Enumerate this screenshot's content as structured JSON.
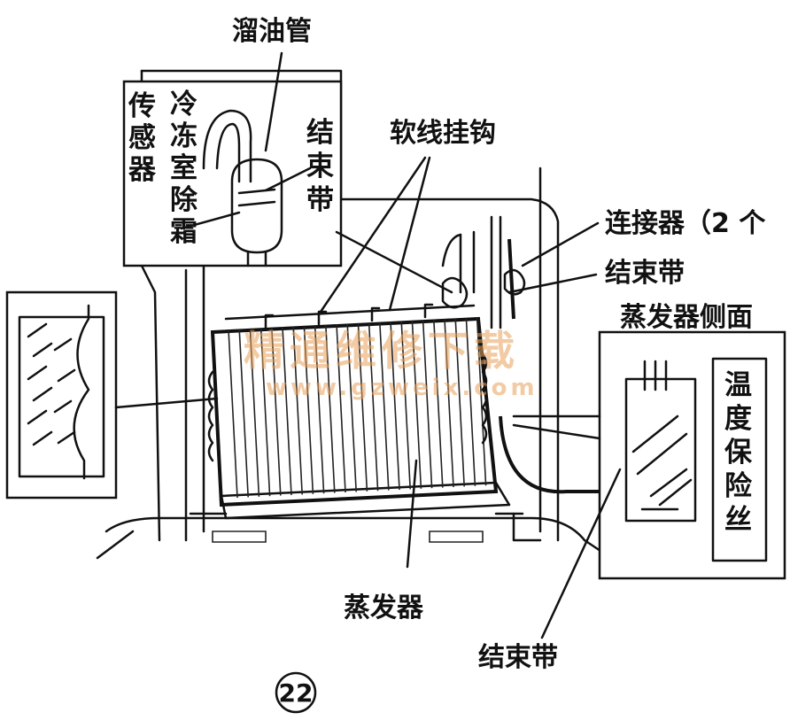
{
  "labels": {
    "oil_pipe": "溜油管",
    "sensor": "传感器",
    "freezer_defrost": "冷冻室除霜",
    "binding_band_top": "结束带",
    "wire_hooks": "软线挂钩",
    "connector": "连接器（2 个",
    "binding_band_right": "结束带",
    "evaporator_side": "蒸发器侧面",
    "temp_fuse": "温度保险丝",
    "evaporator": "蒸发器",
    "binding_band_bottom": "结束带"
  },
  "figure_number": "22",
  "watermark": {
    "text": "精通维修下载",
    "url": "www.gzweix.com",
    "color": "#e8a15a"
  }
}
